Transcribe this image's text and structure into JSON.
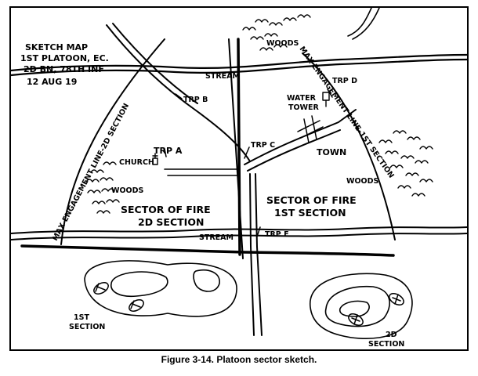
{
  "sketch_title": {
    "line1": "SKETCH MAP",
    "line2": "1ST PLATOON, EC.",
    "line3": "2D BN, 78TH INF",
    "line4": "12 AUG 19"
  },
  "labels": {
    "max_line_2d": "MAX ENGAGEMENT LINE-2D SECTION",
    "max_line_1st": "MAX ENGAGEMENT LINE-1ST SECTION",
    "stream_top": "STREAM",
    "stream_bottom": "STREAM",
    "trp_a": "TRP A",
    "trp_b": "TRP B",
    "trp_c": "TRP C",
    "trp_d": "TRP D",
    "trp_e": "TRP E",
    "church": "CHURCH",
    "water_tower_1": "WATER",
    "water_tower_2": "TOWER",
    "town": "TOWN",
    "woods_top": "WOODS",
    "woods_left": "WOODS",
    "woods_right": "WOODS",
    "sector_2d_1": "SECTOR OF FIRE",
    "sector_2d_2": "2D SECTION",
    "sector_1st_1": "SECTOR OF FIRE",
    "sector_1st_2": "1ST SECTION",
    "section_1st_1": "1ST",
    "section_1st_2": "SECTION",
    "section_2d_1": "2D",
    "section_2d_2": "SECTION"
  },
  "caption": "Figure 3-14.  Platoon sector sketch.",
  "colors": {
    "ink": "#000000",
    "paper": "#ffffff"
  }
}
